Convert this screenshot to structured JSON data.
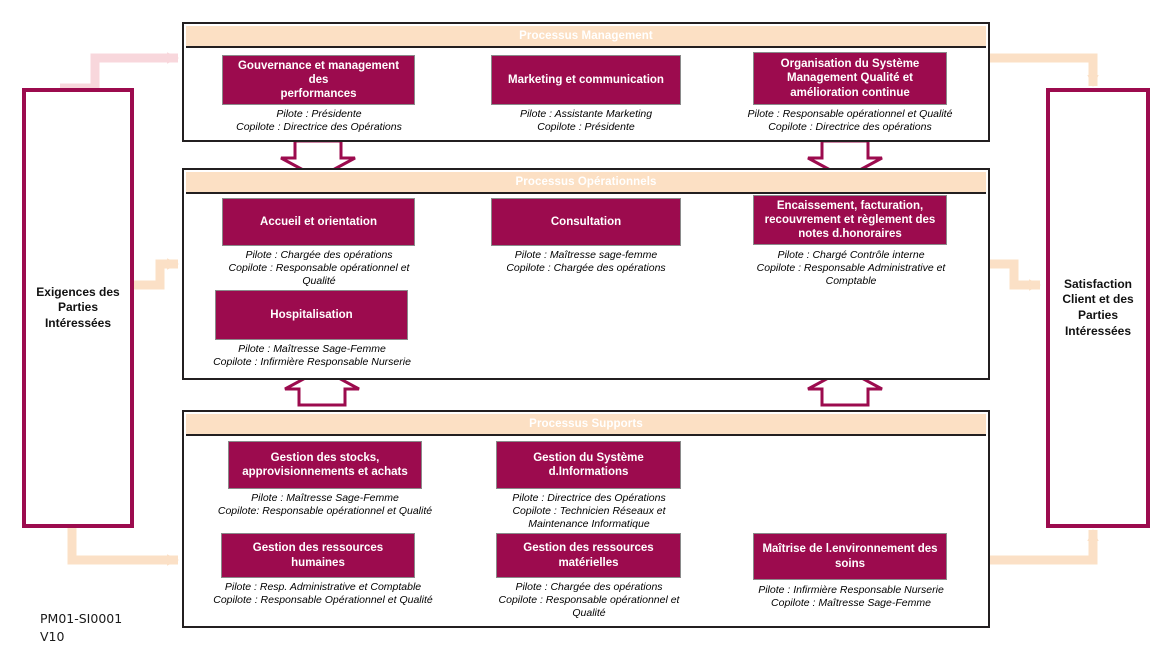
{
  "doc": {
    "reference": "PM01-SI0001",
    "version": "V10"
  },
  "colors": {
    "process_box": "#9c0b4e",
    "band_header": "#fce0c4",
    "band_header_text": "#ffffff",
    "panel_border": "#231f20",
    "side_border": "#9c0b4e",
    "flow_arrow_peach": "#fbe0c6",
    "flow_arrow_pink": "#f8d7dc",
    "chevron_outline": "#9c0b4e",
    "connector_black": "#000000"
  },
  "sides": {
    "left": {
      "name": "exigences-parties-interessees",
      "lines": [
        "Exigences des",
        "Parties",
        "Intéressées"
      ]
    },
    "right": {
      "name": "satisfaction-client-parties-interessees",
      "lines": [
        "Satisfaction",
        "Client et des",
        "Parties",
        "Intéressées"
      ]
    }
  },
  "sections": [
    {
      "id": "management",
      "title": "Processus Management",
      "boxes": [
        {
          "id": "gouvernance",
          "title": [
            "Gouvernance et management des",
            "performances"
          ],
          "pilote": "Pilote : Présidente",
          "copilote": "Copilote : Directrice des Opérations"
        },
        {
          "id": "marketing",
          "title": [
            "Marketing et communication"
          ],
          "pilote": "Pilote : Assistante Marketing",
          "copilote": "Copilote : Présidente"
        },
        {
          "id": "osmq",
          "title": [
            "Organisation du Système",
            "Management Qualité et",
            "amélioration continue"
          ],
          "pilote": "Pilote : Responsable opérationnel et Qualité",
          "copilote": "Copilote : Directrice des opérations"
        }
      ]
    },
    {
      "id": "operationnels",
      "title": "Processus Opérationnels",
      "boxes": [
        {
          "id": "accueil",
          "title": [
            "Accueil et orientation"
          ],
          "pilote": "Pilote : Chargée des opérations",
          "copilote": "Copilote : Responsable opérationnel et Qualité"
        },
        {
          "id": "consultation",
          "title": [
            "Consultation"
          ],
          "pilote": "Pilote : Maîtresse sage-femme",
          "copilote": "Copilote : Chargée des opérations"
        },
        {
          "id": "encaissement",
          "title": [
            "Encaissement, facturation,",
            "recouvrement et règlement des",
            "notes d.honoraires"
          ],
          "pilote": "Pilote : Chargé Contrôle interne",
          "copilote": "Copilote : Responsable Administrative et Comptable"
        },
        {
          "id": "hospitalisation",
          "title": [
            "Hospitalisation"
          ],
          "pilote": "Pilote : Maîtresse Sage-Femme",
          "copilote": "Copilote : Infirmière Responsable Nurserie"
        }
      ]
    },
    {
      "id": "supports",
      "title": "Processus Supports",
      "boxes": [
        {
          "id": "stocks",
          "title": [
            "Gestion des stocks,",
            "approvisionnements et achats"
          ],
          "pilote": "Pilote : Maîtresse Sage-Femme",
          "copilote": "Copilote: Responsable opérationnel et Qualité"
        },
        {
          "id": "systeme-info",
          "title": [
            "Gestion du Système",
            "d.Informations"
          ],
          "pilote": "Pilote : Directrice des Opérations",
          "copilote": "Copilote : Technicien Réseaux et Maintenance Informatique"
        },
        {
          "id": "rh",
          "title": [
            "Gestion des ressources",
            "humaines"
          ],
          "pilote": "Pilote : Resp. Administrative et Comptable",
          "copilote": "Copilote : Responsable Opérationnel et Qualité"
        },
        {
          "id": "ressources-materielles",
          "title": [
            "Gestion des ressources",
            "matérielles"
          ],
          "pilote": "Pilote : Chargée des opérations",
          "copilote": "Copilote : Responsable opérationnel et Qualité"
        },
        {
          "id": "environnement-soins",
          "title": [
            "Maîtrise de l.environnement des",
            "soins"
          ],
          "pilote": "Pilote :  Infirmière Responsable Nurserie",
          "copilote": "Copilote : Maîtresse Sage-Femme"
        }
      ]
    }
  ]
}
